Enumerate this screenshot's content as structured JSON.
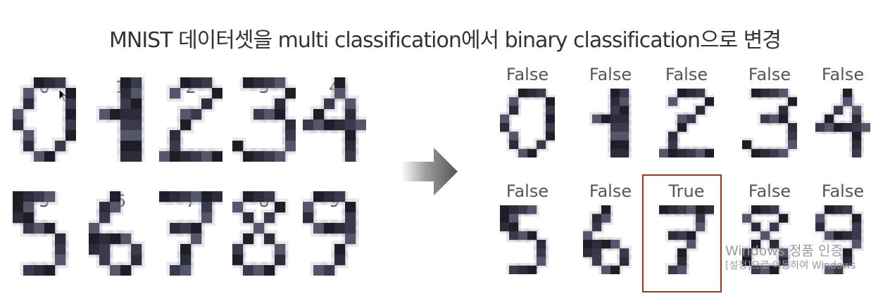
{
  "title": "MNIST 데이터셋을 multi classification에서 binary classification으로 변경",
  "left_digits": [
    "0",
    "1",
    "2",
    "3",
    "4",
    "5",
    "6",
    "7",
    "8",
    "9"
  ],
  "right_labels": [
    "False",
    "False",
    "False",
    "False",
    "False",
    "False",
    "False",
    "True",
    "False",
    "False"
  ],
  "highlighted_index": 7,
  "colors": {
    "highlight_border": "#8b3a2a",
    "arrow": "#5a5a5a",
    "ink": "#1e1e28"
  },
  "watermark": {
    "line1": "Windows 정품 인증",
    "line2": "[설정]으로 이동하여 Windows"
  },
  "icons": {
    "arrow": "right-arrow-icon",
    "cursor": "mouse-cursor-icon"
  }
}
